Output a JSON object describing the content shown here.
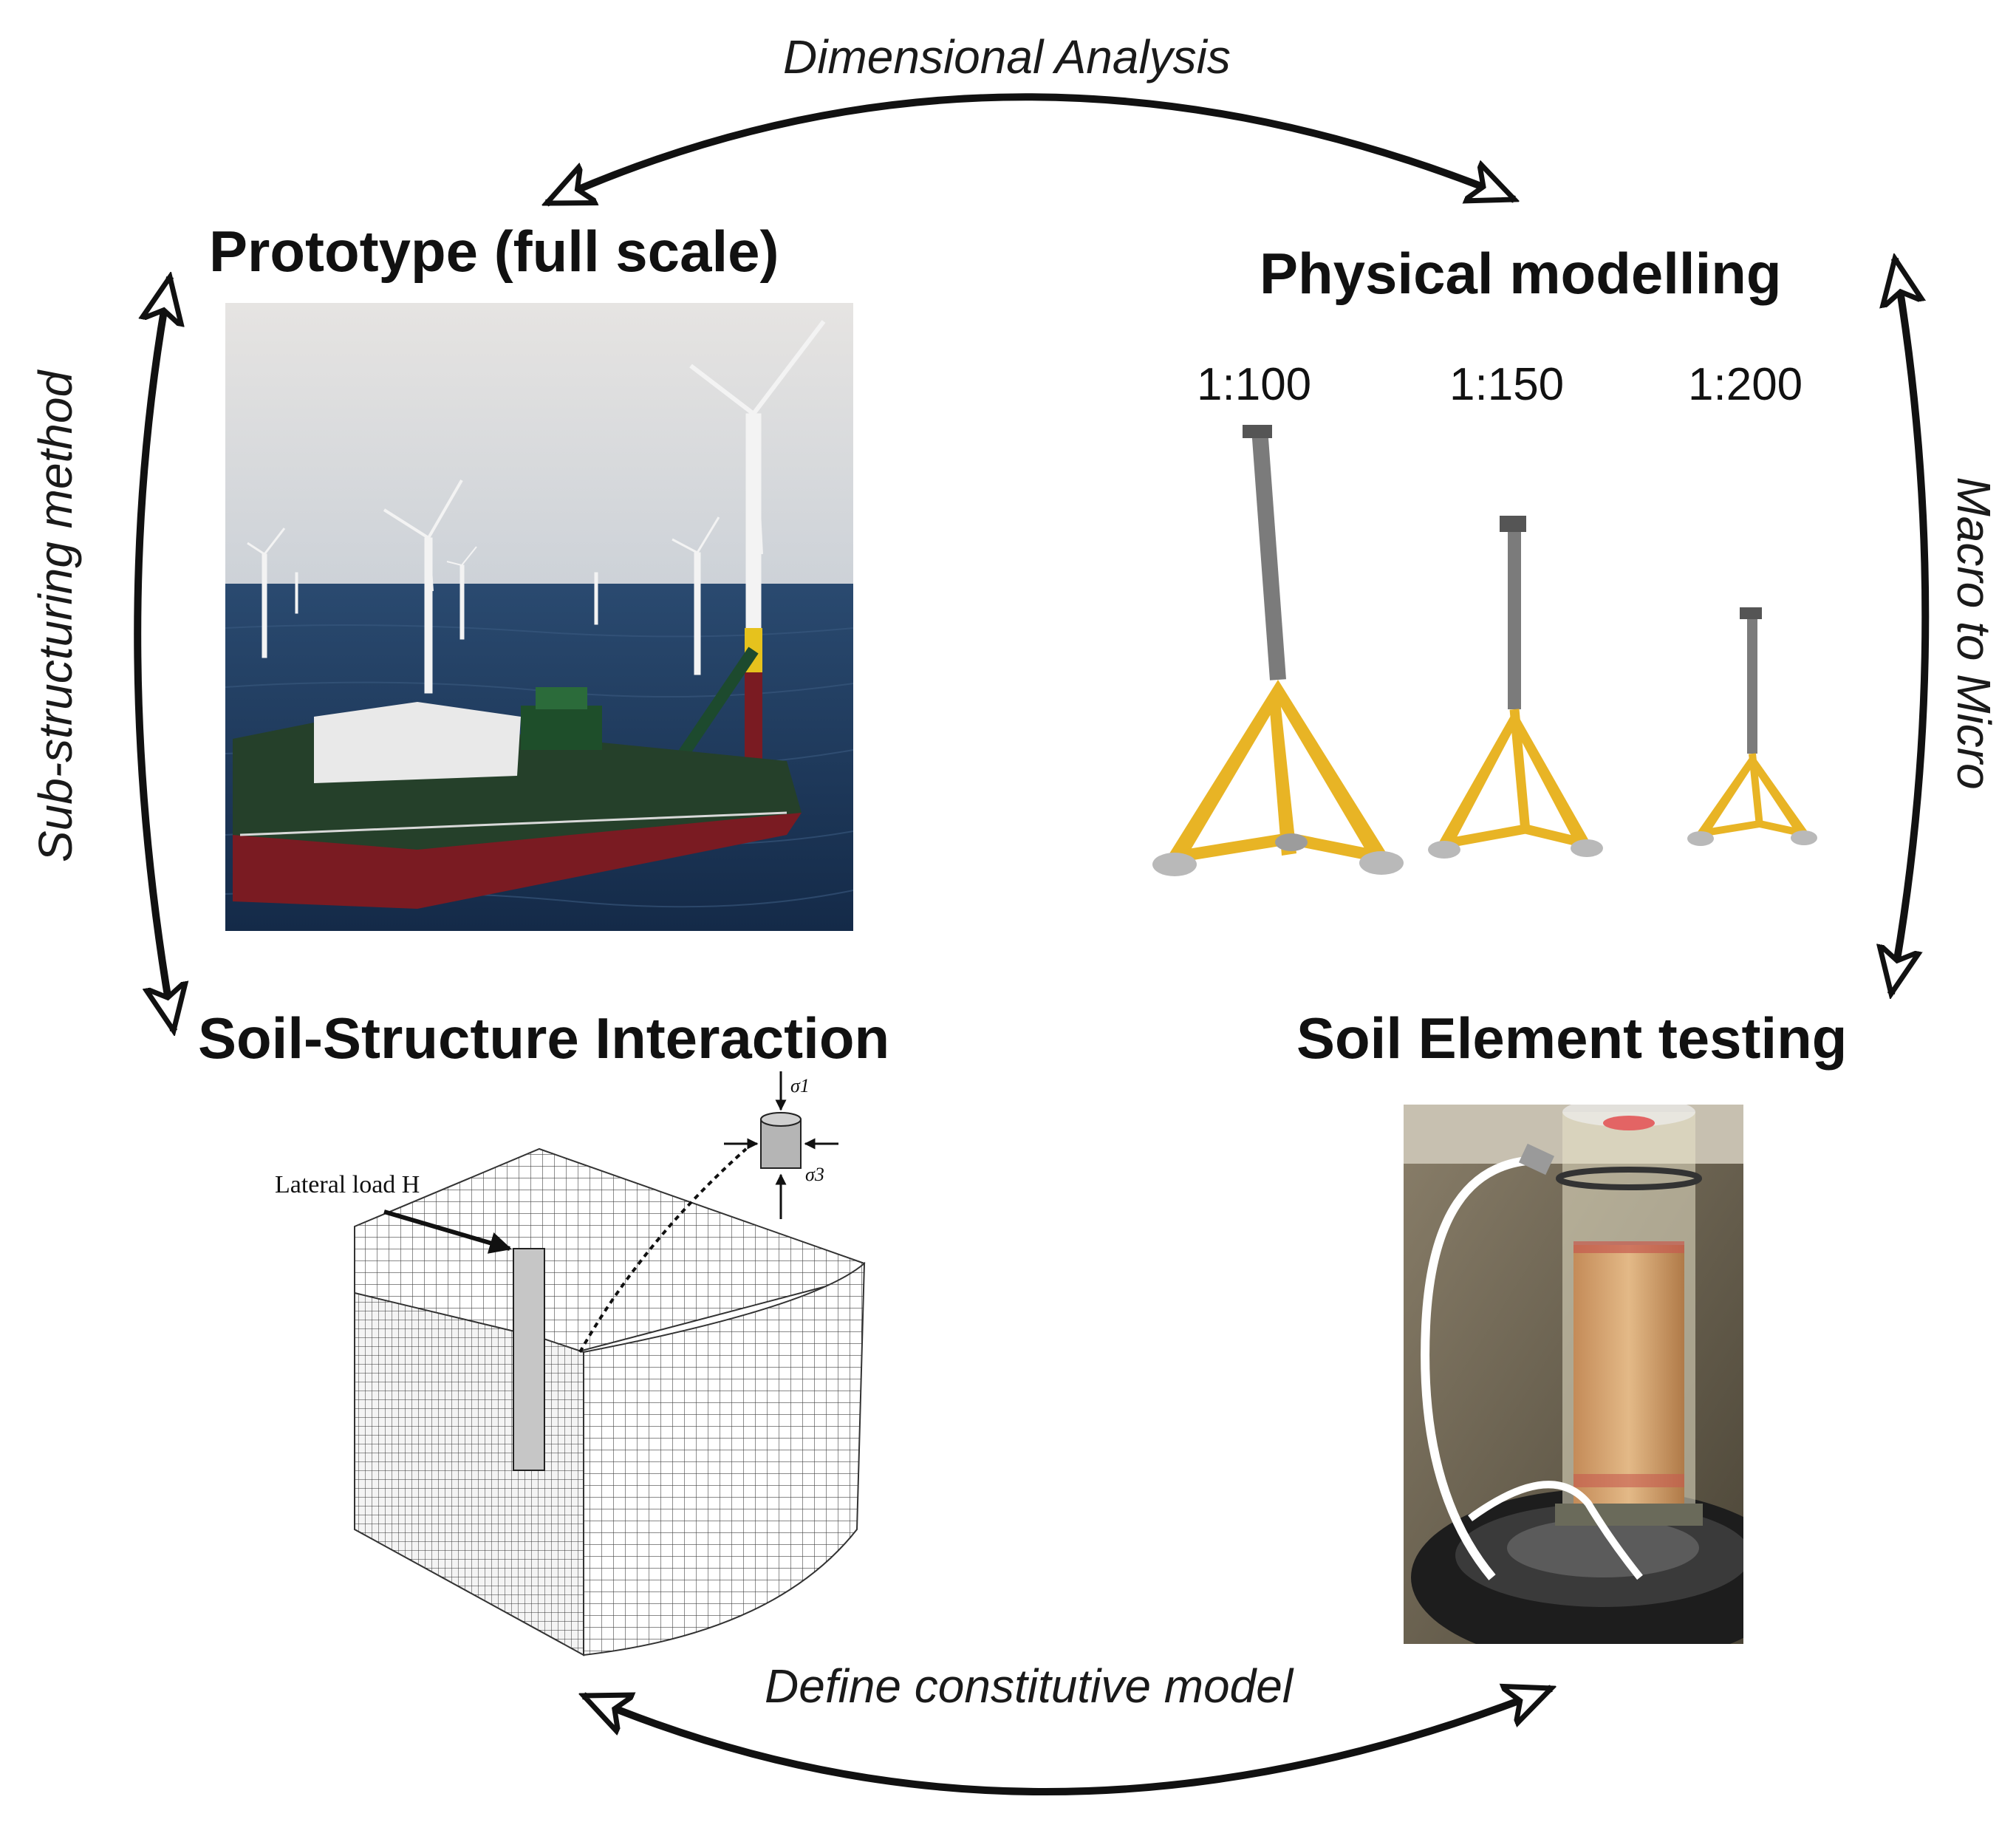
{
  "quadrants": {
    "prototype": "Prototype (full scale)",
    "physical": "Physical modelling",
    "ssi": "Soil-Structure Interaction",
    "element": "Soil Element testing"
  },
  "links": {
    "top": "Dimensional Analysis",
    "left": "Sub-structuring method",
    "right": "Macro to Micro",
    "bottom": "Define constitutive model"
  },
  "scales": [
    "1:100",
    "1:150",
    "1:200"
  ],
  "mesh_annotations": {
    "load": "Lateral load H",
    "sigma1": "σ1",
    "sigma3": "σ3"
  },
  "colors": {
    "arrow": "#111111",
    "tripod": "#e8b425",
    "sea": "#1f3a5f",
    "sky": "#dcdde0",
    "sample": "#d9a877"
  }
}
